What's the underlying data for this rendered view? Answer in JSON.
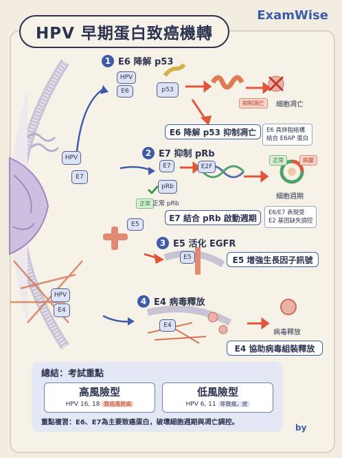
{
  "title": "HPV 早期蛋白致癌機轉",
  "brand": "ExamWise",
  "steps": [
    {
      "num": "1",
      "title": "E6 降解 p53",
      "box": "E6 降解 p53 抑制凋亡",
      "note": [
        "E6 具鋅指結構",
        "結合 E6AP 蛋白"
      ],
      "tags": [
        "抑制凋亡"
      ],
      "result": "細胞凋亡",
      "mols": [
        "HPV",
        "E6",
        "p53"
      ]
    },
    {
      "num": "2",
      "title": "E7 抑制 pRb",
      "box": "E7 結合 pRb 啟動週期",
      "note": [
        "E6/E7 表現受",
        "E2 基因缺失調控"
      ],
      "tags": [
        "正常",
        "病變"
      ],
      "result": "細胞週期",
      "mols": [
        "E7",
        "pRb",
        "E2F"
      ],
      "normal_label": "正常",
      "normal_text": "正常 pRb"
    },
    {
      "num": "3",
      "title": "E5 活化 EGFR",
      "box": "E5 增強生長因子訊號",
      "mols": [
        "E5",
        "E5"
      ]
    },
    {
      "num": "4",
      "title": "E4 病毒釋放",
      "box": "E4 協助病毒組裝釋放",
      "result": "病毒釋放",
      "mols": [
        "E4"
      ]
    }
  ],
  "cell_labels": {
    "hpv_top": "HPV",
    "e7": "E7",
    "e5": "E5",
    "hpv_bottom": "HPV",
    "e4": "E4"
  },
  "summary": {
    "title": "總結：考試重點",
    "high": {
      "title": "高風險型",
      "types": "HPV 16, 18",
      "tag": "致癌風險高"
    },
    "low": {
      "title": "低風險型",
      "types": "HPV 6, 11",
      "tag": "非致癌，疣"
    },
    "review": "重點複習：E6、E7為主要致癌蛋白，破壞細胞週期與凋亡調控。"
  },
  "byline": "by",
  "colors": {
    "accent": "#3d5ba9",
    "red": "#e0563b",
    "green": "#3f9a4a"
  }
}
